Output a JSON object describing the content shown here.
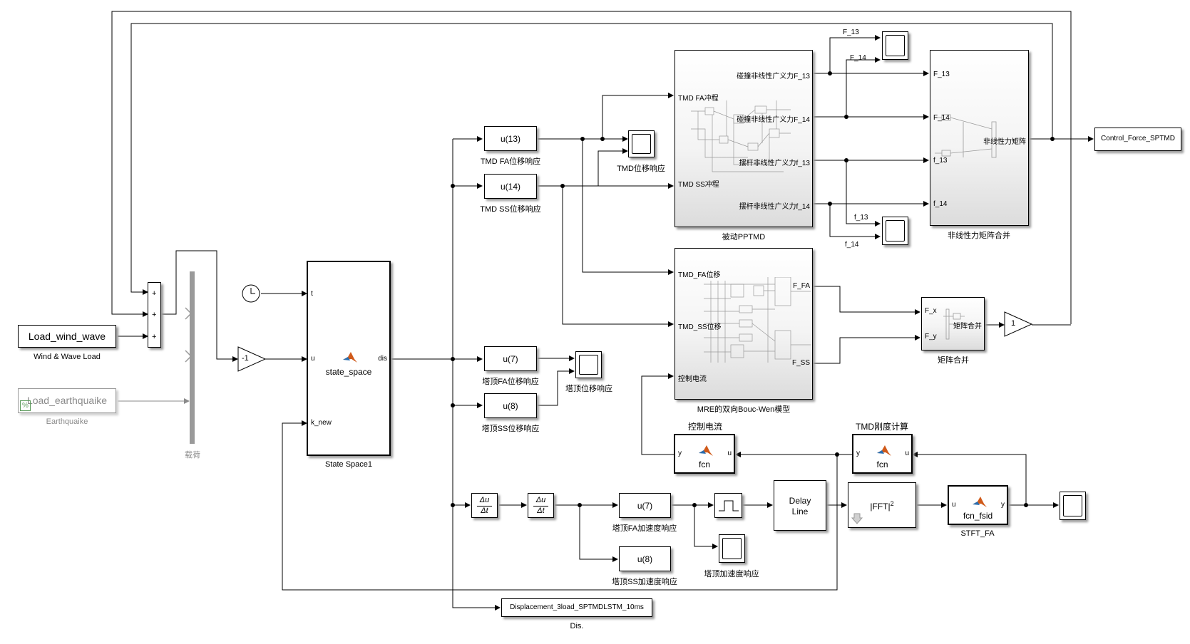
{
  "blocks": {
    "wind_load": {
      "text": "Load_wind_wave",
      "caption": "Wind & Wave Load"
    },
    "earthquake": {
      "text": "Load_earthquaike",
      "caption": "Earthquaike"
    },
    "mux_load": {
      "caption": "载荷"
    },
    "sum_signs": [
      "+",
      "+",
      "+"
    ],
    "gain_neg": {
      "text": "-1"
    },
    "state_space": {
      "name": "state_space",
      "caption": "State Space1",
      "in_t": "t",
      "in_u": "u",
      "in_k": "k_new",
      "out": "dis"
    },
    "u13": {
      "text": "u(13)",
      "caption": "TMD FA位移响应"
    },
    "u14": {
      "text": "u(14)",
      "caption": "TMD SS位移响应"
    },
    "u7": {
      "text": "u(7)",
      "caption": "塔顶FA位移响应"
    },
    "u8": {
      "text": "u(8)",
      "caption": "塔顶SS位移响应"
    },
    "scope_tmd": {
      "caption": "TMD位移响应"
    },
    "scope_top": {
      "caption": "塔顶位移响应"
    },
    "pptmd": {
      "caption": "被动PPTMD",
      "in1": "TMD FA冲程",
      "in2": "TMD SS冲程",
      "out1": "碰撞非线性广义力F_13",
      "out2": "碰撞非线性广义力F_14",
      "out3": "摆杆非线性广义力f_13",
      "out4": "摆杆非线性广义力f_14"
    },
    "merge_nl": {
      "caption": "非线性力矩阵合并",
      "in1": "F_13",
      "in2": "F_14",
      "in3": "f_13",
      "in4": "f_14",
      "inner": "非线性力矩阵"
    },
    "signal_labels": {
      "F13": "F_13",
      "F14": "F_14",
      "f13": "f_13",
      "f14": "f_14"
    },
    "control_force": {
      "text": "Control_Force_SPTMD"
    },
    "mre": {
      "caption": "MRE的双向Bouc-Wen模型",
      "in1": "TMD_FA位移",
      "in2": "TMD_SS位移",
      "in3": "控制电流",
      "out1": "F_FA",
      "out2": "F_SS"
    },
    "merge_mat": {
      "caption": "矩阵合并",
      "in1": "F_x",
      "in2": "F_y",
      "inner": "矩阵合并"
    },
    "gain_one": {
      "text": "1"
    },
    "fcn_ctrl": {
      "title": "控制电流",
      "name": "fcn",
      "in": "u",
      "out": "y"
    },
    "fcn_tmd": {
      "title": "TMD刚度计算",
      "name": "fcn",
      "in": "u",
      "out": "y"
    },
    "deriv": {
      "num": "Δu",
      "den": "Δt"
    },
    "u7a": {
      "text": "u(7)",
      "caption": "塔顶FA加速度响应"
    },
    "u8a": {
      "text": "u(8)",
      "caption": "塔顶SS加速度响应"
    },
    "scope_acc": {
      "caption": "塔顶加速度响应"
    },
    "delay": {
      "line1": "Delay",
      "line2": "Line"
    },
    "fft": {
      "text": "|FFT|",
      "sup": "2"
    },
    "stft": {
      "name": "fcn_fsid",
      "caption": "STFT_FA",
      "in": "u",
      "out": "y"
    },
    "workspace": {
      "text": "Displacement_3load_SPTMDLSTM_10ms",
      "caption": "Dis."
    }
  }
}
